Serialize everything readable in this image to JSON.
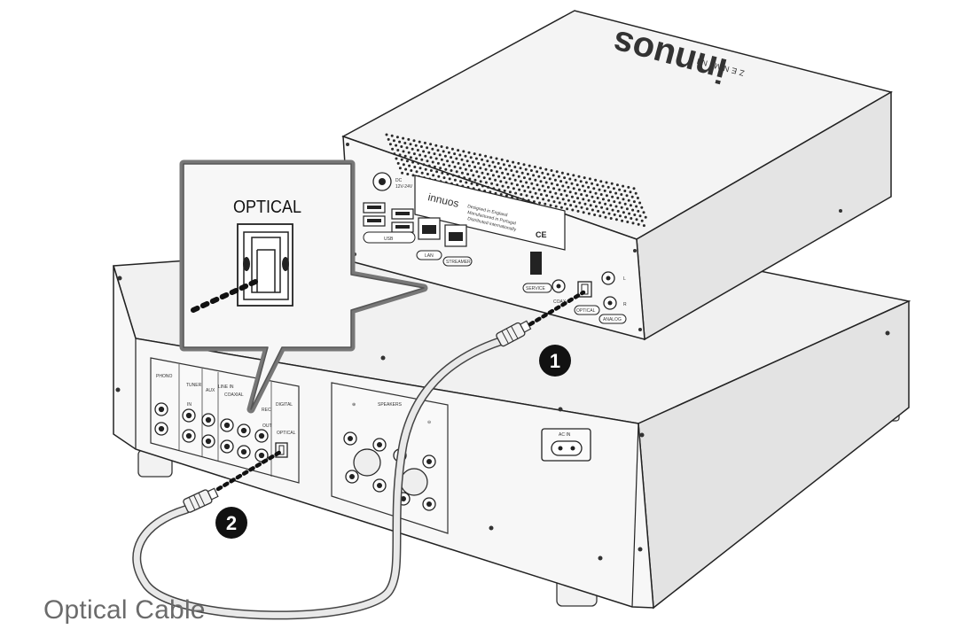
{
  "callout_label": "OPTICAL",
  "streamer": {
    "brand": "innuos",
    "model": "ZENMINI",
    "dc_label": "DC",
    "dc_voltage": "12V-24V",
    "usb_label": "USB",
    "lan_label": "LAN",
    "streamer_label": "STREAMER",
    "service_label": "SERVICE",
    "coax_label": "COAX",
    "optical_label": "OPTICAL",
    "analog_label": "ANALOG",
    "l_label": "L",
    "r_label": "R",
    "origin_line1": "Designed in England",
    "origin_line2": "Manufactured in Portugal",
    "origin_line3": "Distributed internationally",
    "ce_mark": "CE"
  },
  "amplifier": {
    "phono_label": "PHONO",
    "tuner_label": "TUNER",
    "aux_label": "AUX",
    "line_in_label": "LINE IN",
    "coaxial_label": "COAXIAL",
    "digital_label": "DIGITAL",
    "in_label": "IN",
    "out_label": "OUT",
    "rec_label": "REC",
    "optical_label": "OPTICAL",
    "speakers_label": "SPEAKERS",
    "plus_label": "⊕",
    "minus_label": "⊖",
    "ac_in_label": "AC IN"
  },
  "steps": [
    {
      "number": "1"
    },
    {
      "number": "2"
    }
  ],
  "caption": "Optical Cable"
}
